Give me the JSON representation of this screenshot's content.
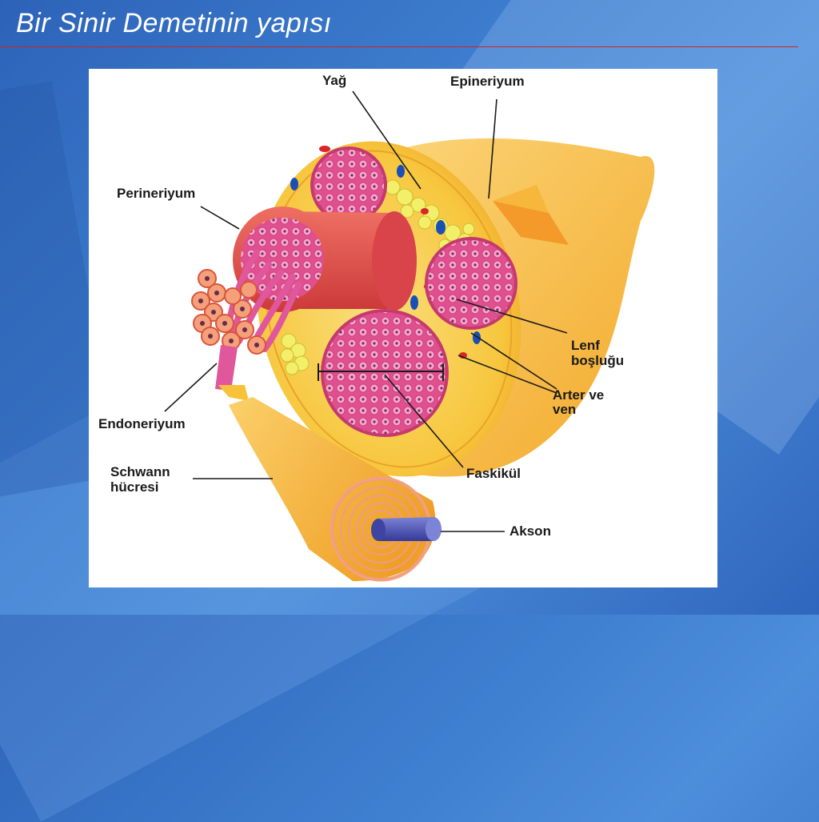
{
  "slide": {
    "title": "Bir Sinir Demetinin yapısı"
  },
  "figure": {
    "labels": {
      "yag": "Yağ",
      "epineriyum": "Epineriyum",
      "perineriyum": "Perineriyum",
      "lenf_line1": "Lenf",
      "lenf_line2": "boşluğu",
      "arter_line1": "Arter ve",
      "arter_line2": "ven",
      "endoneriyum": "Endoneriyum",
      "faskikul": "Faskikül",
      "schwann_line1": "Schwann",
      "schwann_line2": "hücresi",
      "akson": "Akson"
    },
    "colors": {
      "epineurium": "#f6c83f",
      "fat": "#f2ef6a",
      "fascicle": "#e85b9a",
      "perineurium": "#e2524a",
      "axon": "#4a4fb0",
      "vessel_blue": "#1a4fb5",
      "vessel_red": "#d8262a"
    }
  }
}
